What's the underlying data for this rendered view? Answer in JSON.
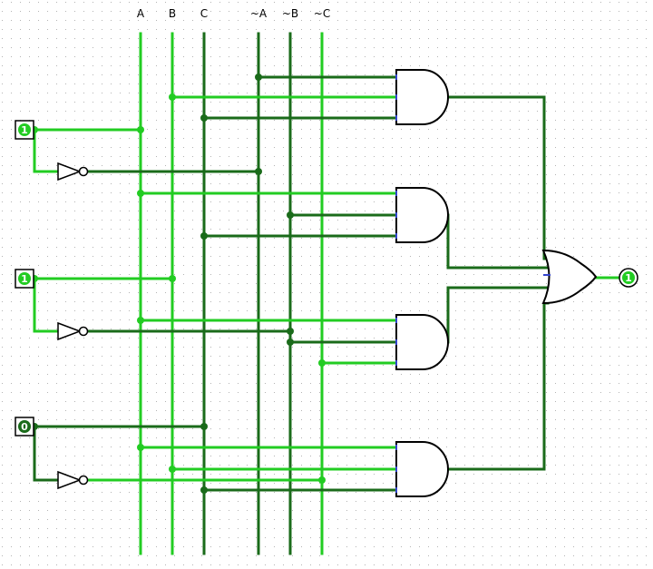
{
  "colors": {
    "wire_on": "#22cc22",
    "wire_off": "#1a6b1a",
    "gate_stroke": "#000000",
    "input_dot": "#3344cc",
    "grid_dot": "#b4b4b4",
    "background": "#ffffff"
  },
  "buses": [
    {
      "label": "A",
      "state": "on"
    },
    {
      "label": "B",
      "state": "on"
    },
    {
      "label": "C",
      "state": "off"
    },
    {
      "label": "~A",
      "state": "off"
    },
    {
      "label": "~B",
      "state": "off"
    },
    {
      "label": "~C",
      "state": "on"
    }
  ],
  "inputs": [
    {
      "name": "A",
      "value": "1"
    },
    {
      "name": "B",
      "value": "1"
    },
    {
      "name": "C",
      "value": "0"
    }
  ],
  "gates": {
    "not_count_label": "NOT",
    "and_label": "AND",
    "or_label": "OR"
  },
  "output": {
    "value": "1"
  }
}
